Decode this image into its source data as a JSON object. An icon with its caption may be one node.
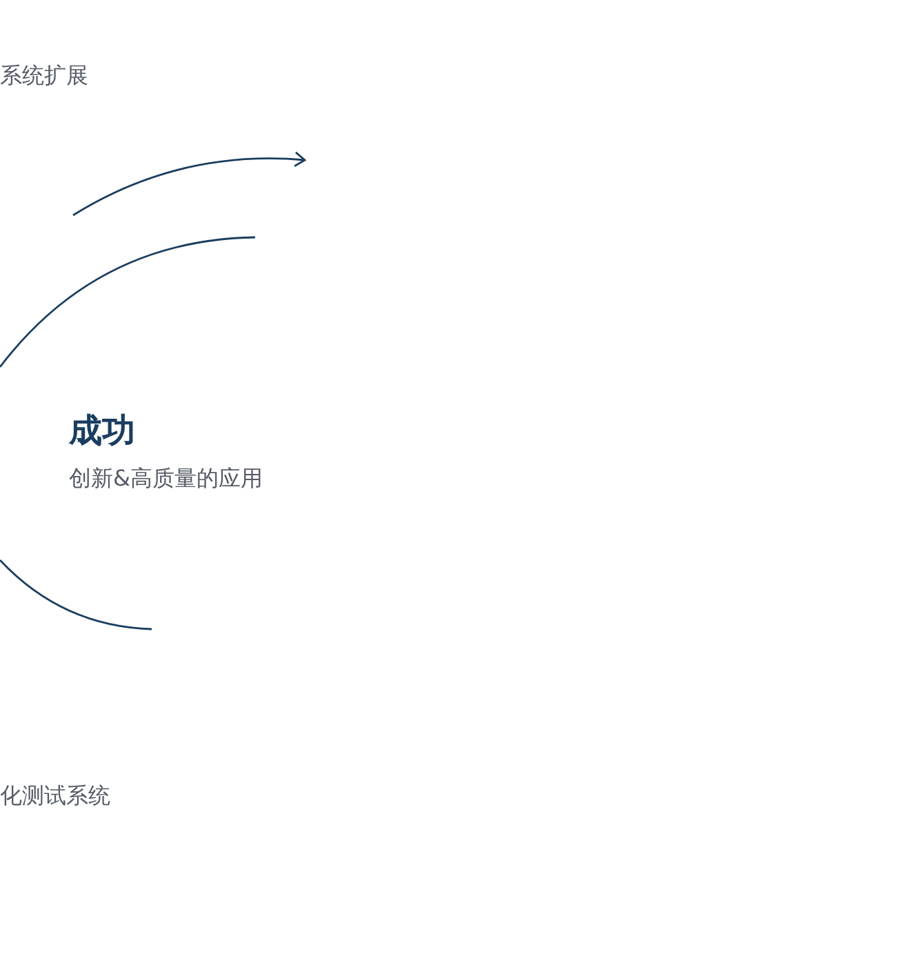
{
  "diagram": {
    "labels": [
      "系统扩展",
      "成功",
      "创新&高质量的应用",
      "化测试系统"
    ]
  }
}
